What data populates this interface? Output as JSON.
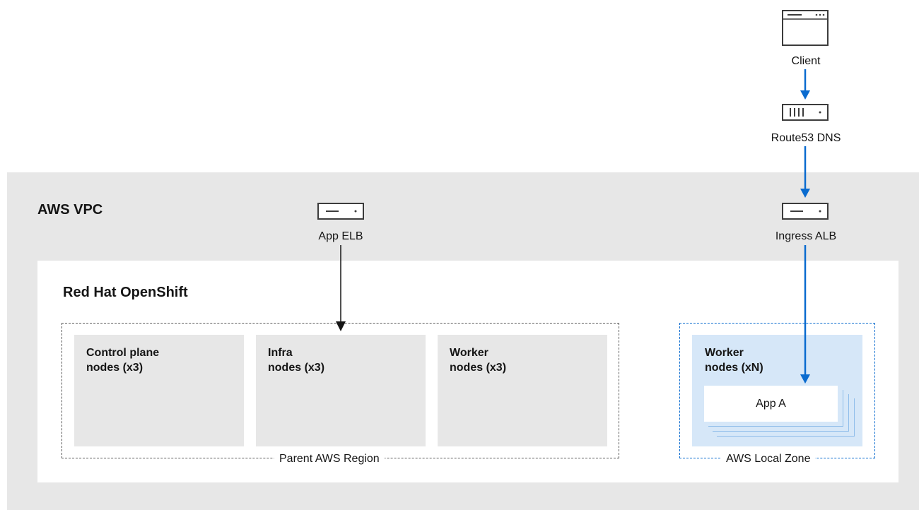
{
  "vpc": {
    "title": "AWS VPC"
  },
  "openshift": {
    "title": "Red Hat OpenShift"
  },
  "client": {
    "label": "Client",
    "icon": "browser-window-icon"
  },
  "route53": {
    "label": "Route53 DNS",
    "icon": "dns-server-icon"
  },
  "app_elb": {
    "label": "App ELB",
    "icon": "load-balancer-icon"
  },
  "ingress_alb": {
    "label": "Ingress ALB",
    "icon": "load-balancer-icon"
  },
  "nodes": [
    {
      "label": "Control plane\nnodes (x3)"
    },
    {
      "label": "Infra\nnodes (x3)"
    },
    {
      "label": "Worker\nnodes (x3)"
    },
    {
      "label": "Worker\nnodes (xN)"
    }
  ],
  "app": {
    "label": "App A"
  },
  "region": {
    "label": "Parent AWS Region"
  },
  "local_zone": {
    "label": "AWS Local Zone"
  },
  "colors": {
    "accent_blue": "#0a6bcf",
    "gray_fill": "#e7e7e7",
    "local_zone_fill": "#d6e7f8"
  }
}
